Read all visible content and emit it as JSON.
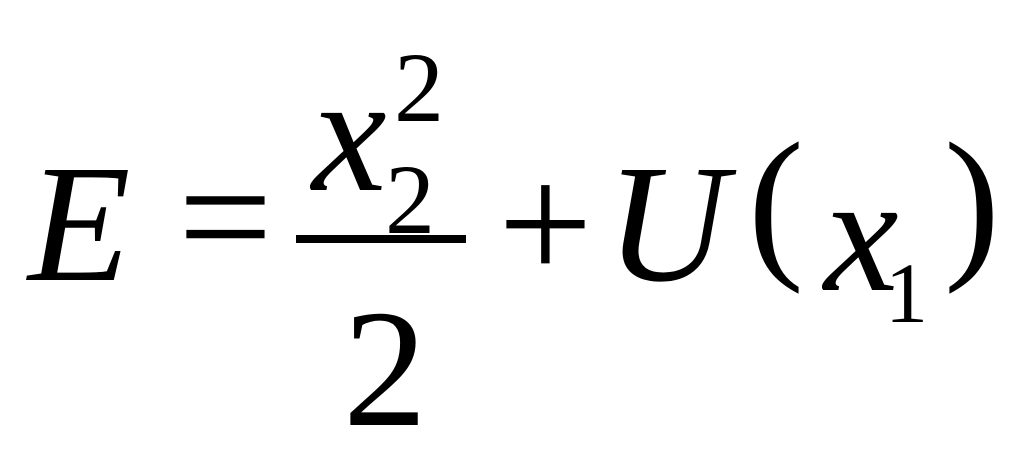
{
  "formula": {
    "lhs": "E",
    "equals": "=",
    "numerator_var": "x",
    "numerator_superscript": "2",
    "numerator_subscript": "2",
    "denominator": "2",
    "plus": "+",
    "function": "U",
    "left_paren": "(",
    "argument_var": "x",
    "argument_subscript": "1",
    "right_paren": ")"
  }
}
